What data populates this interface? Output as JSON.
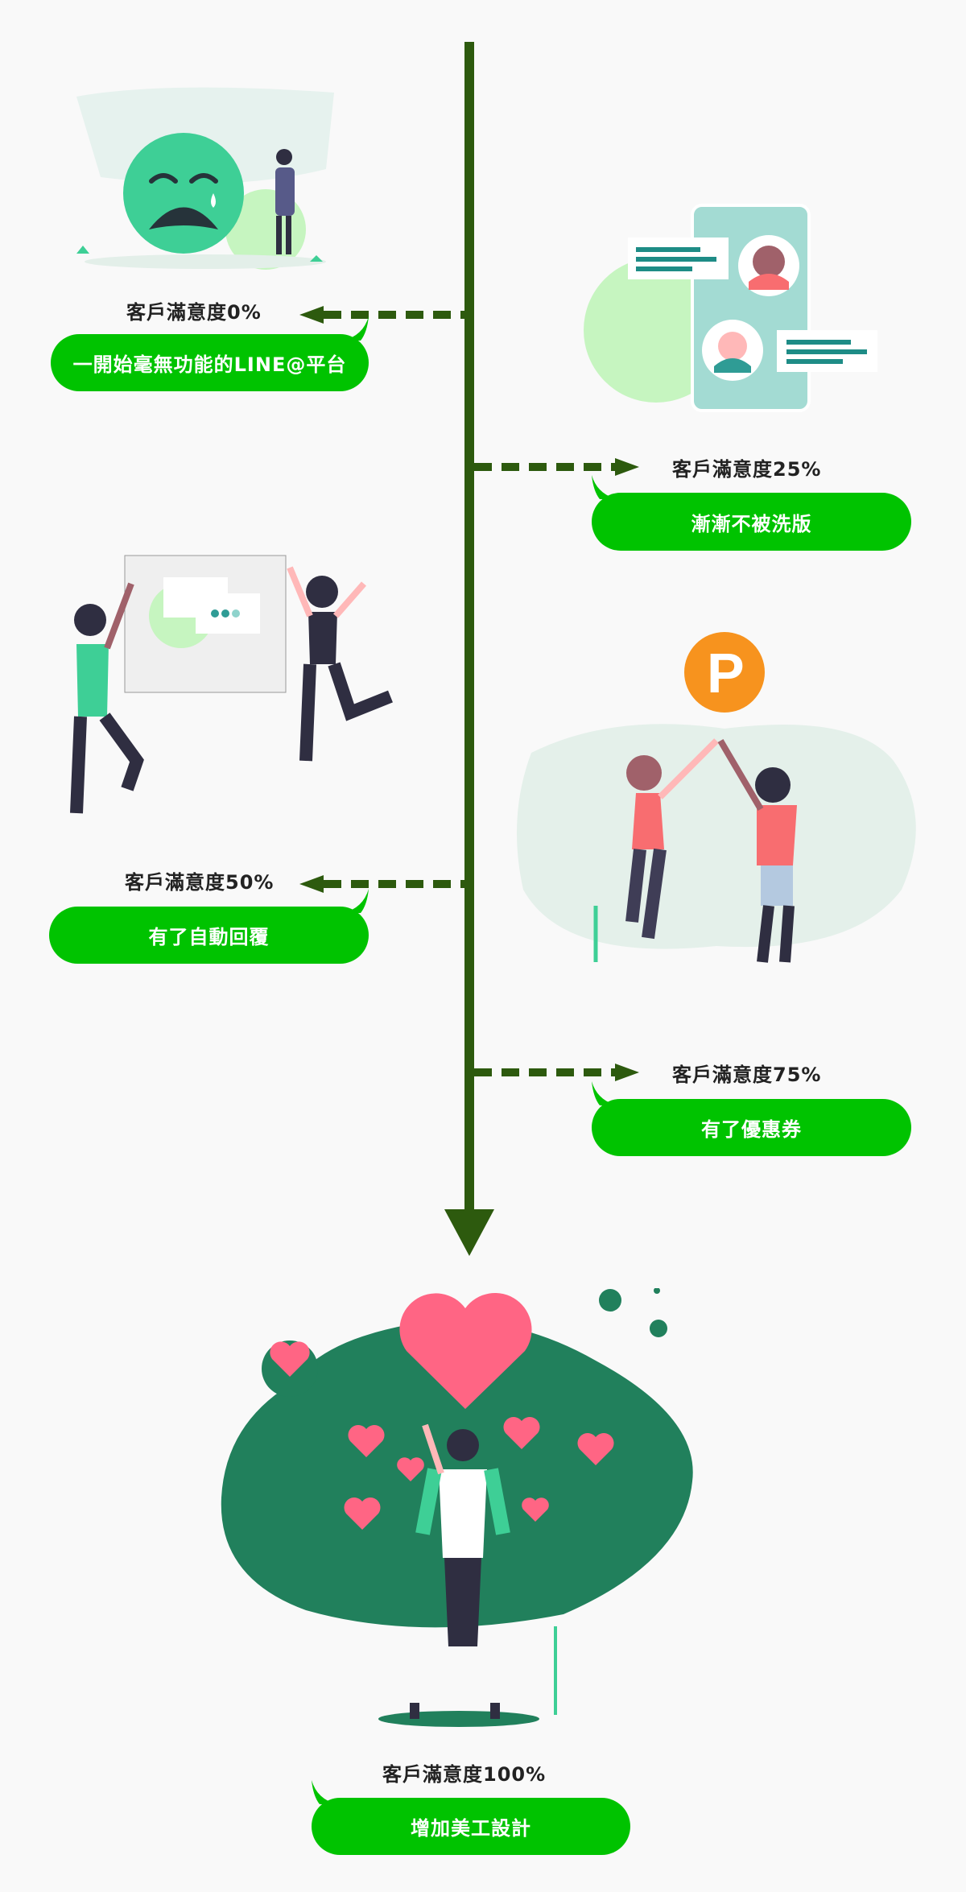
{
  "colors": {
    "timeline": "#2d5a0e",
    "pill": "#00c300",
    "background": "#f9f9f9"
  },
  "steps": [
    {
      "label": "客戶滿意度0%",
      "title": "一開始毫無功能的LINE@平台"
    },
    {
      "label": "客戶滿意度25%",
      "title": "漸漸不被洗版"
    },
    {
      "label": "客戶滿意度50%",
      "title": "有了自動回覆"
    },
    {
      "label": "客戶滿意度75%",
      "title": "有了優惠券"
    },
    {
      "label": "客戶滿意度100%",
      "title": "增加美工設計"
    }
  ]
}
